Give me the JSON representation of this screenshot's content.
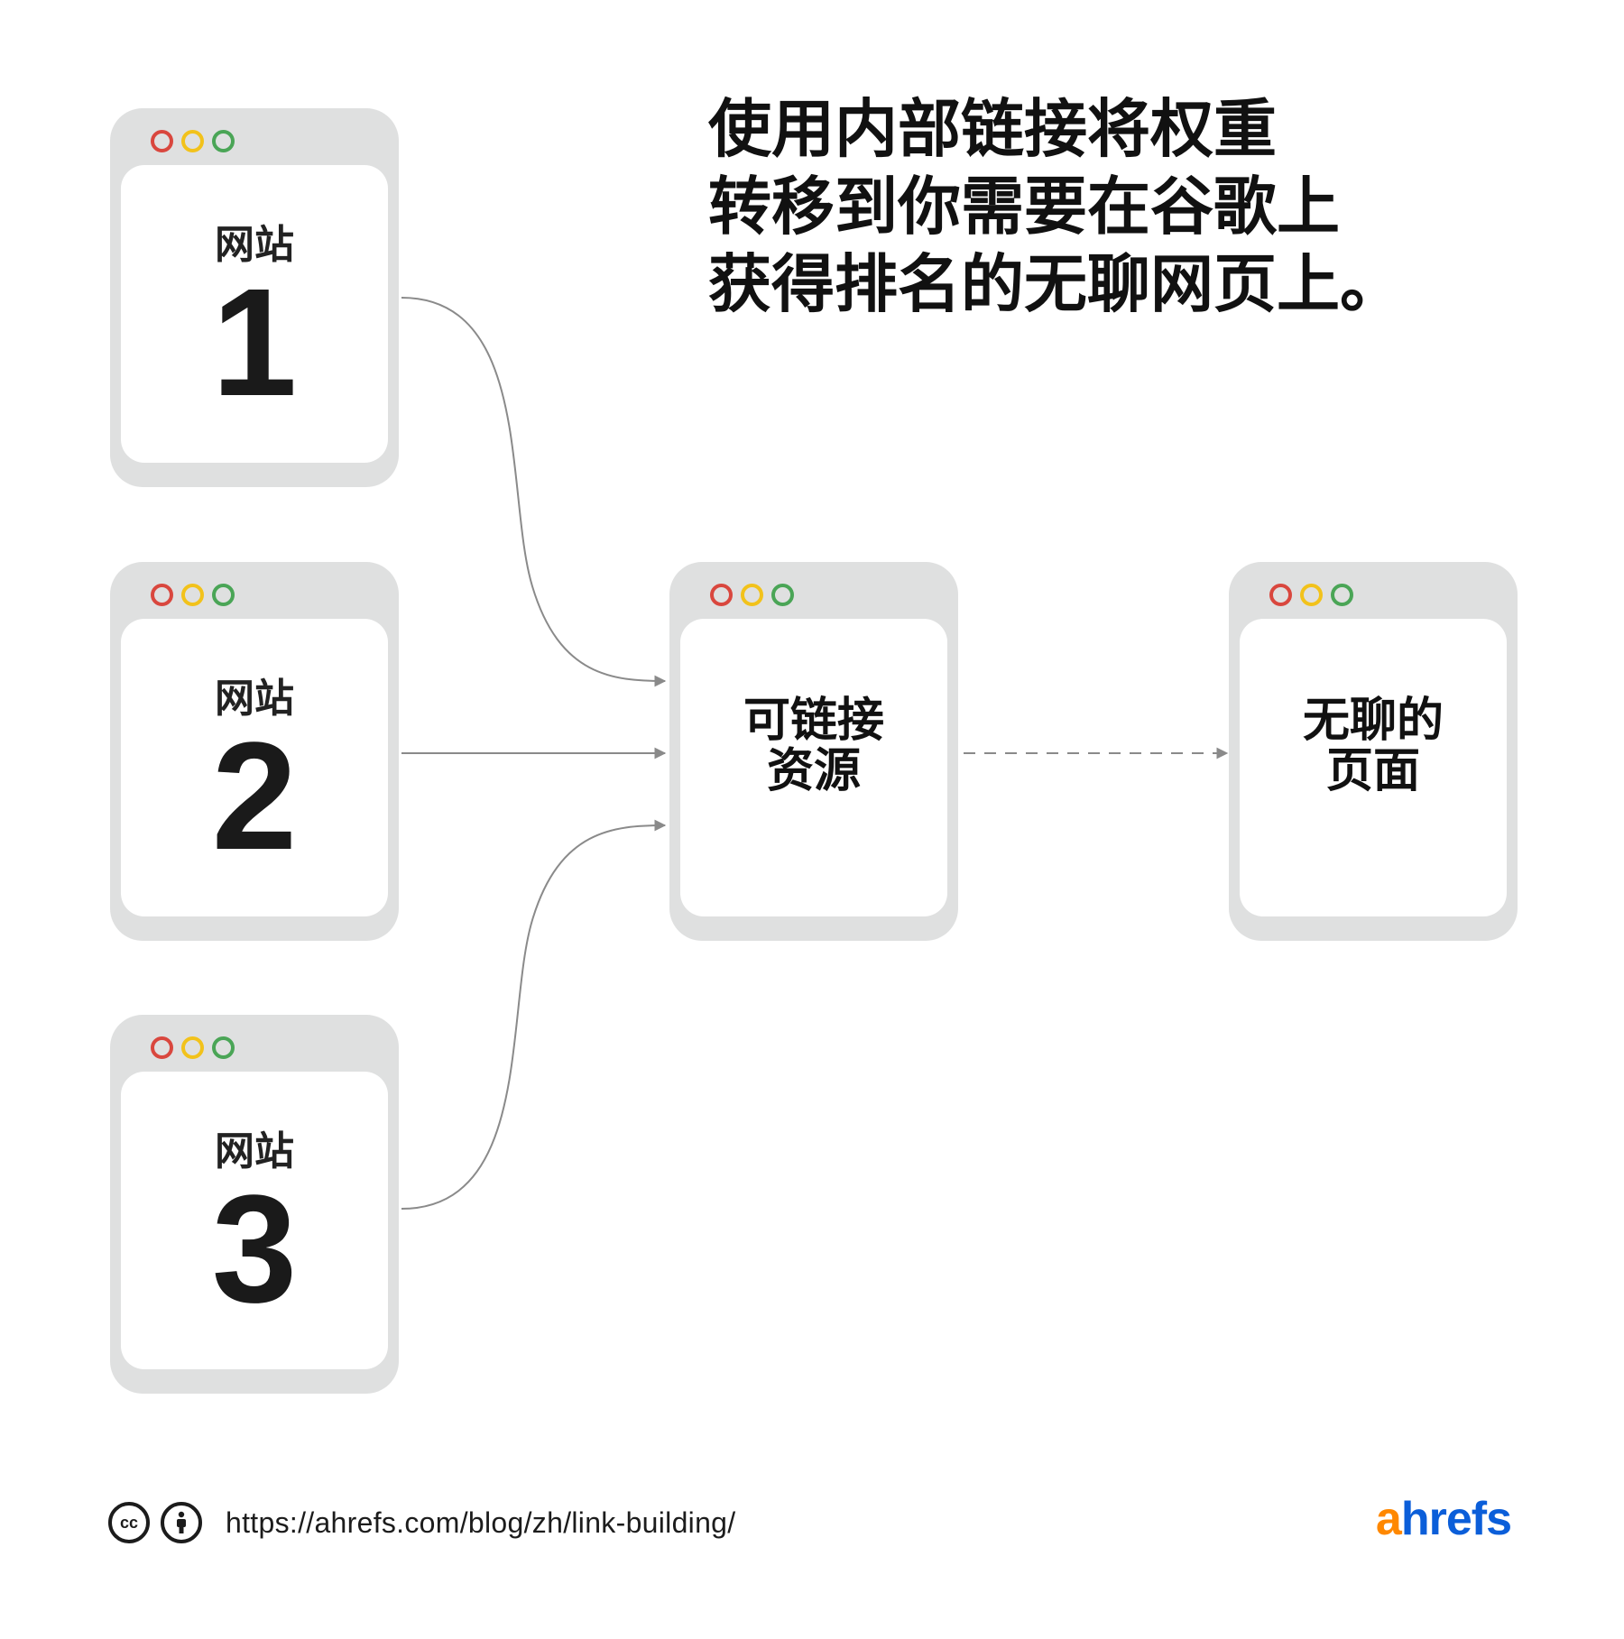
{
  "headline": {
    "line1": "使用内部链接将权重",
    "line2": "转移到你需要在谷歌上",
    "line3": "获得排名的无聊网页上。"
  },
  "sites": [
    {
      "label": "网站",
      "number": "1"
    },
    {
      "label": "网站",
      "number": "2"
    },
    {
      "label": "网站",
      "number": "3"
    }
  ],
  "linkable_asset": {
    "line1": "可链接",
    "line2": "资源"
  },
  "boring_page": {
    "line1": "无聊的",
    "line2": "页面"
  },
  "footer": {
    "cc_icon": "cc-icon",
    "attribution_icon": "attribution-icon",
    "cc_text": "cc",
    "url": "https://ahrefs.com/blog/zh/link-building/"
  },
  "logo": {
    "a": "a",
    "rest": "hrefs"
  },
  "colors": {
    "frame": "#dfe0e0",
    "dot_red": "#d9473e",
    "dot_yellow": "#f2c21b",
    "dot_green": "#4aa556",
    "connector": "#8a8a8a",
    "logo_orange": "#ff8800",
    "logo_blue": "#0b5ed9"
  }
}
